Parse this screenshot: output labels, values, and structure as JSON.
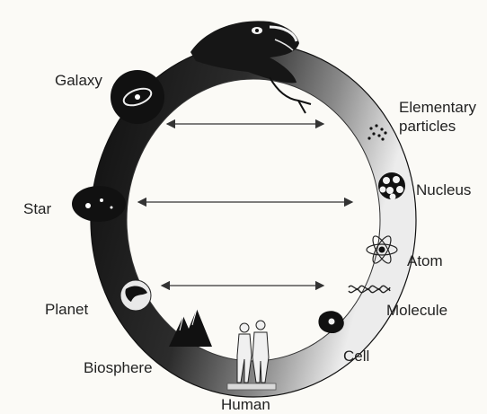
{
  "labels": {
    "galaxy": "Galaxy",
    "elementary_particles": "Elementary particles",
    "star": "Star",
    "nucleus": "Nucleus",
    "atom": "Atom",
    "planet": "Planet",
    "molecule": "Molecule",
    "cell": "Cell",
    "biosphere": "Biosphere",
    "human": "Human"
  },
  "colors": {
    "ink": "#141414",
    "background": "#fbfaf6",
    "ring_light": "#e6e6e6"
  }
}
